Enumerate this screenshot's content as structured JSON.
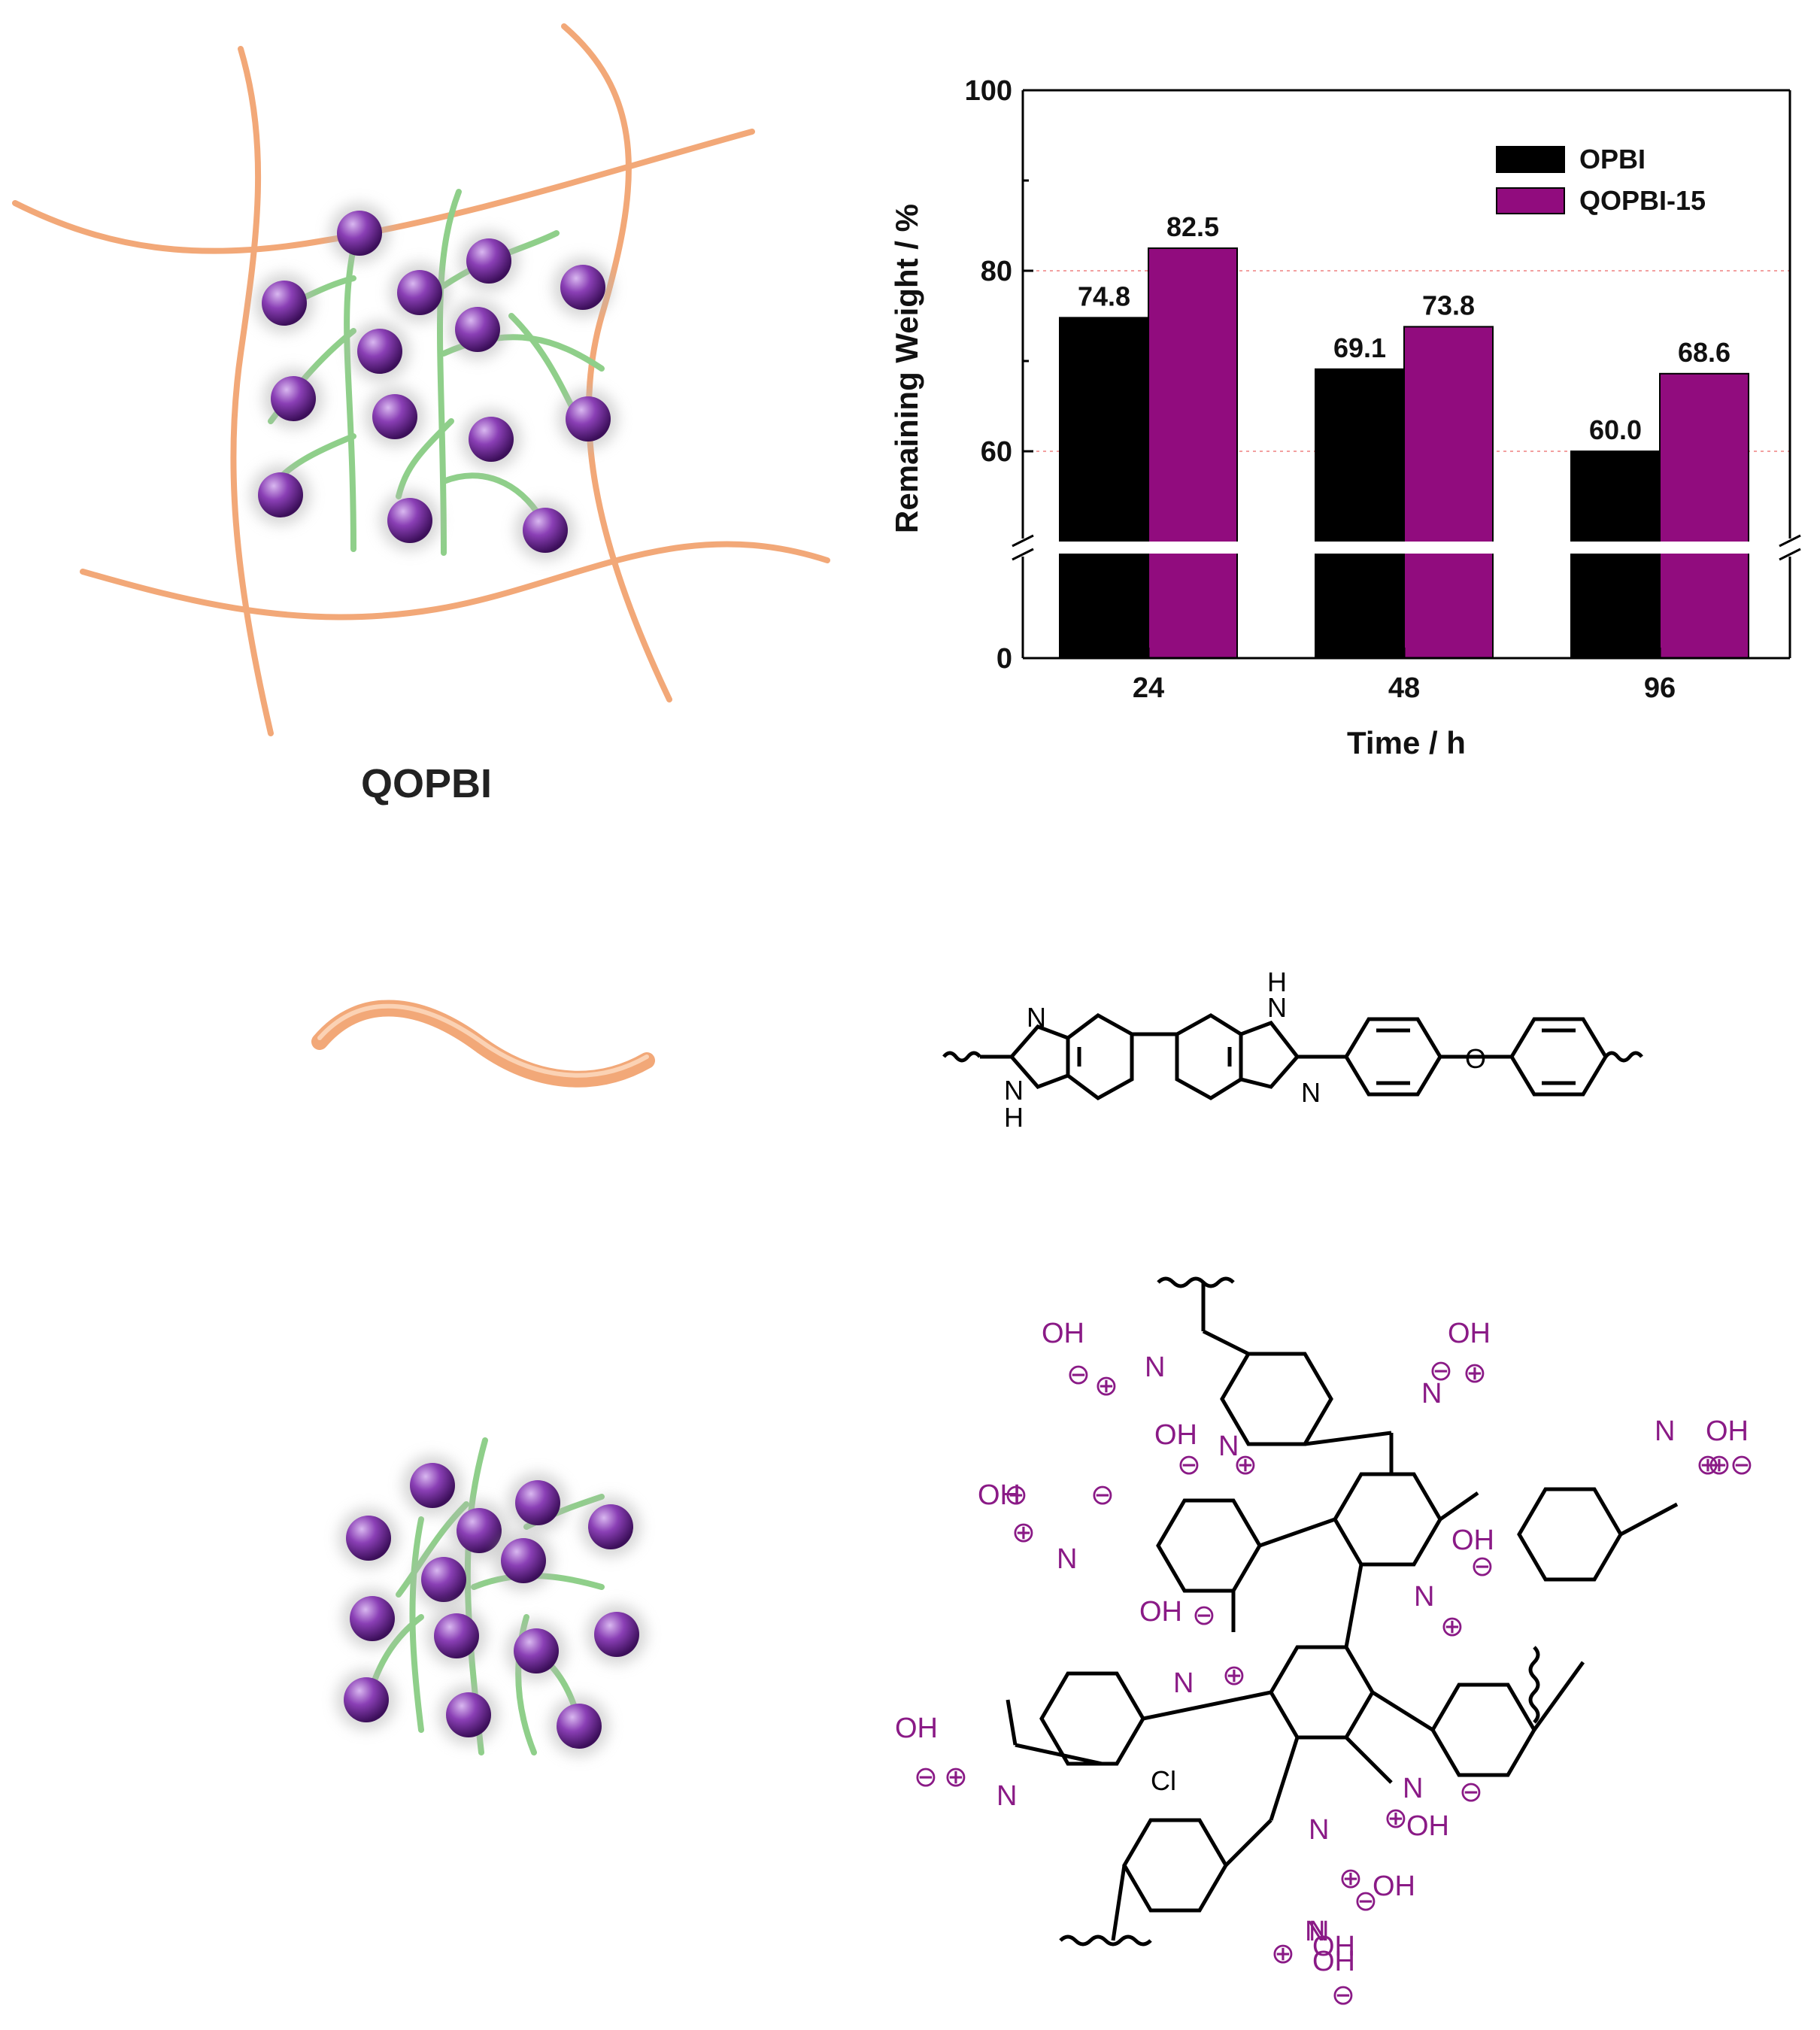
{
  "illustration": {
    "network_label": "QOPBI",
    "colors": {
      "fiber": "#f2a878",
      "fiber_dark": "#d8865a",
      "branch": "#8fcf8a",
      "ion": "#7a2ea0"
    }
  },
  "structures": {
    "opbi": {
      "atoms": [
        "N",
        "H",
        "N",
        "H",
        "N",
        "N",
        "O"
      ]
    },
    "quaternary": {
      "labels": [
        "OH",
        "OH",
        "OH",
        "OH",
        "OH",
        "OH",
        "OH",
        "OH",
        "OH",
        "OH",
        "OH",
        "OH",
        "N",
        "N",
        "N",
        "N",
        "N",
        "N",
        "N",
        "N",
        "N",
        "N",
        "N",
        "N"
      ],
      "charge_plus": "⊕",
      "charge_minus": "⊖",
      "chloride": "Cl",
      "color": "#8a1a86"
    }
  },
  "chart_data": {
    "type": "bar",
    "categories": [
      "24",
      "48",
      "96"
    ],
    "series": [
      {
        "name": "OPBI",
        "values": [
          74.8,
          69.1,
          60.0
        ],
        "labels": [
          "74.8",
          "69.1",
          "60.0"
        ],
        "color": "#000000"
      },
      {
        "name": "QOPBI-15",
        "values": [
          82.5,
          73.8,
          68.6
        ],
        "labels": [
          "82.5",
          "73.8",
          "68.6"
        ],
        "color": "#910c7e"
      }
    ],
    "xlabel": "Time / h",
    "ylabel": "Remaining Weight / %",
    "yticks": [
      "0",
      "60",
      "80",
      "100"
    ],
    "ylim": [
      0,
      100
    ],
    "axis_break": [
      0,
      50
    ],
    "grid": "dashed at 60 and 80",
    "legend_position": "top-right"
  }
}
